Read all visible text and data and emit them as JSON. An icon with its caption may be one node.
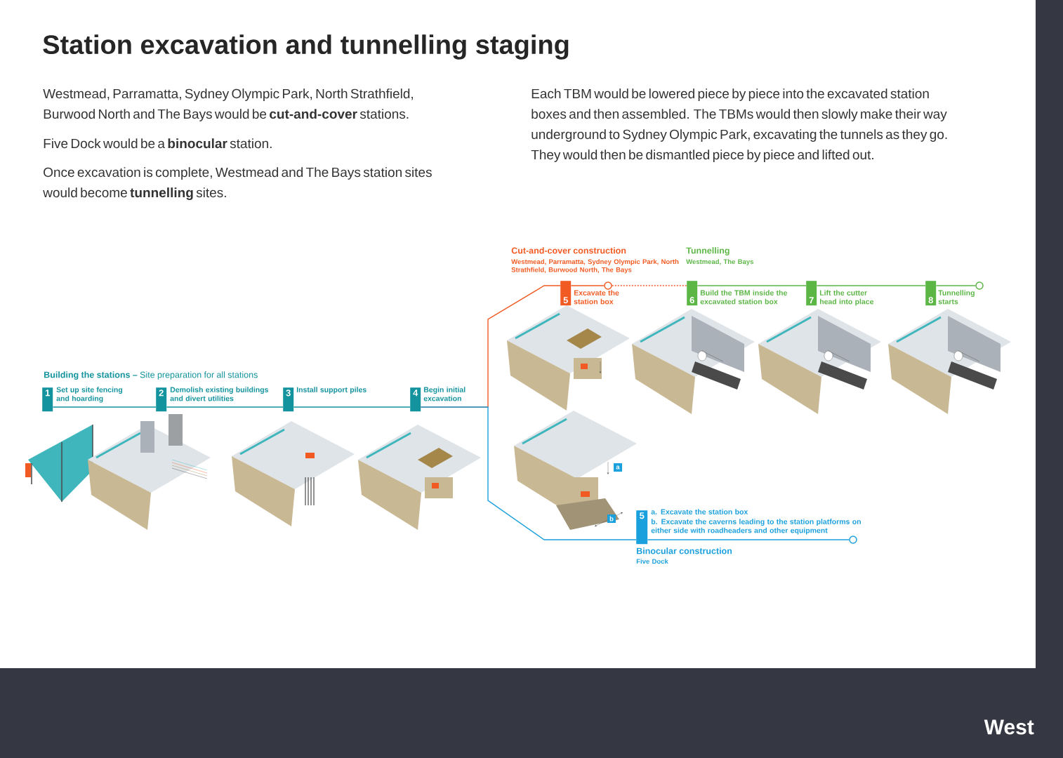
{
  "diagram": {
    "title": "Station excavation and tunnelling staging",
    "nodes": [
      {
        "text": [
          "1",
          "Set up site fencing and hoarding"
        ]
      },
      {
        "text": [
          "2",
          "Demolish existing buildings and divert utilities"
        ]
      },
      {
        "text": [
          "3",
          "Install support piles"
        ]
      },
      {
        "text": [
          "4",
          "Begin initial excavation"
        ]
      },
      {
        "text": [
          "5",
          "Excavate the station box"
        ]
      },
      {
        "text": [],
        "shape": "circle"
      },
      {
        "text": [
          "6",
          "Build the TBM inside the excavated station box"
        ]
      },
      {
        "text": [
          "7",
          "Lift the cutter head into place"
        ]
      },
      {
        "text": [
          "8",
          "Tunnelling starts"
        ]
      },
      {
        "text": [],
        "shape": "circle"
      },
      {
        "text": [
          "5",
          "a. Excavate the station box",
          "b. Excavate the caverns leading to the station platforms on either side with roadheaders and other equipment"
        ]
      },
      {
        "text": [],
        "shape": "circle"
      }
    ],
    "edges": [
      {
        "from": 0,
        "to": 1,
        "arrow": "none",
        "color": "#13939d"
      },
      {
        "from": 1,
        "to": 2,
        "arrow": "none",
        "color": "#13939d"
      },
      {
        "from": 2,
        "to": 3,
        "arrow": "none",
        "color": "#13939d"
      },
      {
        "from": 3,
        "to": 4,
        "arrow": "none",
        "color": "#f15a22"
      },
      {
        "from": 4,
        "to": 5,
        "arrow": "none",
        "color": "#f15a22"
      },
      {
        "from": 5,
        "to": 6,
        "arrow": "none",
        "style": "dashed",
        "color": "#f15a22"
      },
      {
        "from": 6,
        "to": 7,
        "arrow": "none",
        "color": "#5cb646"
      },
      {
        "from": 7,
        "to": 8,
        "arrow": "none",
        "color": "#5cb646"
      },
      {
        "from": 8,
        "to": 9,
        "arrow": "none",
        "color": "#5cb646"
      },
      {
        "from": 3,
        "to": 10,
        "arrow": "none",
        "color": "#1aa0dc"
      },
      {
        "from": 10,
        "to": 11,
        "arrow": "none",
        "color": "#1aa0dc"
      }
    ],
    "labels": [
      "Westmead, Parramatta, Sydney Olympic Park, North Strathfield, Burwood North and The Bays would be **cut-and-cover** stations.",
      "Five Dock would be a **binocular** station.",
      "Once excavation is complete, Westmead and The Bays station sites would become **tunnelling** sites.",
      "Each TBM would be lowered piece by piece into the excavated station boxes and then assembled. The TBMs would then slowly make their way underground to Sydney Olympic Park, excavating the tunnels as they go. They would then be dismantled piece by piece and lifted out.",
      "**Building the stations –** Site preparation for all stations",
      "Cut-and-cover construction",
      "Westmead, Parramatta, Sydney Olympic Park, North Strathfield, Burwood North, The Bays",
      "Tunnelling",
      "Westmead, The Bays",
      "a",
      "b",
      "Binocular construction",
      "Five Dock",
      "West"
    ]
  }
}
